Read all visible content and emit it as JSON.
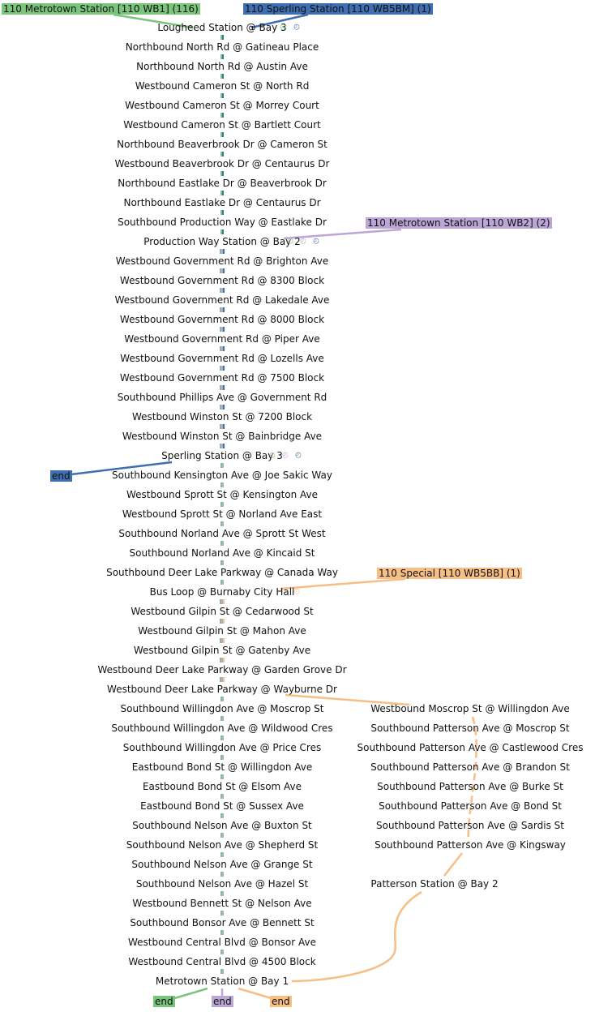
{
  "routes": {
    "green": {
      "label": "110 Metrotown Station [110 WB1] (116)",
      "color": "#7bc47b"
    },
    "blue": {
      "label": "110 Sperling Station [110 WB5BM] (1)",
      "color": "#3f6fb0"
    },
    "purple": {
      "label": "110 Metrotown Station [110 WB2] (2)",
      "color": "#bba6d6"
    },
    "orange": {
      "label": "110 Special [110 WB5BB] (1)",
      "color": "#f6bf85"
    }
  },
  "end_label": "end",
  "timing_icon": "clock-icon",
  "main_stops": [
    "Lougheed Station @ Bay 3",
    "Northbound North Rd @ Gatineau Place",
    "Northbound North Rd @ Austin Ave",
    "Westbound Cameron St @ North Rd",
    "Westbound Cameron St @ Morrey Court",
    "Westbound Cameron St @ Bartlett Court",
    "Northbound Beaverbrook Dr @ Cameron St",
    "Westbound Beaverbrook Dr @ Centaurus Dr",
    "Northbound Eastlake Dr @ Beaverbrook Dr",
    "Northbound Eastlake Dr @ Centaurus Dr",
    "Southbound Production Way @ Eastlake Dr",
    "Production Way Station @ Bay 2",
    "Westbound Government Rd @ Brighton Ave",
    "Westbound Government Rd @ 8300 Block",
    "Westbound Government Rd @ Lakedale Ave",
    "Westbound Government Rd @ 8000 Block",
    "Westbound Government Rd @ Piper Ave",
    "Westbound Government Rd @ Lozells Ave",
    "Westbound Government Rd @ 7500 Block",
    "Southbound Phillips Ave @ Government Rd",
    "Westbound Winston St @ 7200 Block",
    "Westbound Winston St @ Bainbridge Ave",
    "Sperling Station @ Bay 3",
    "Southbound Kensington Ave @ Joe Sakic Way",
    "Westbound Sprott St @ Kensington Ave",
    "Westbound Sprott St @ Norland Ave East",
    "Southbound Norland Ave @ Sprott St West",
    "Southbound Norland Ave @ Kincaid St",
    "Southbound Deer Lake Parkway @ Canada Way",
    "Bus Loop @ Burnaby City Hall",
    "Westbound Gilpin St @ Cedarwood St",
    "Westbound Gilpin St @ Mahon Ave",
    "Westbound Gilpin St @ Gatenby Ave",
    "Westbound Deer Lake Parkway @ Garden Grove Dr",
    "Westbound Deer Lake Parkway @ Wayburne Dr",
    "Southbound Willingdon Ave @ Moscrop St",
    "Southbound Willingdon Ave @ Wildwood Cres",
    "Southbound Willingdon Ave @ Price Cres",
    "Eastbound Bond St @ Willingdon Ave",
    "Eastbound Bond St @ Elsom Ave",
    "Eastbound Bond St @ Sussex Ave",
    "Southbound Nelson Ave @ Buxton St",
    "Southbound Nelson Ave @ Shepherd St",
    "Southbound Nelson Ave @ Grange St",
    "Southbound Nelson Ave @ Hazel St",
    "Westbound Bennett St @ Nelson Ave",
    "Southbound Bonsor Ave @ Bennett St",
    "Westbound Central Blvd @ Bonsor Ave",
    "Westbound Central Blvd @ 4500 Block",
    "Metrotown Station @ Bay 1"
  ],
  "branch_stops": [
    "Westbound Moscrop St @ Willingdon Ave",
    "Southbound Patterson Ave @ Moscrop St",
    "Southbound Patterson Ave @ Castlewood Cres",
    "Southbound Patterson Ave @ Brandon St",
    "Southbound Patterson Ave @ Burke St",
    "Southbound Patterson Ave @ Bond St",
    "Southbound Patterson Ave @ Sardis St",
    "Southbound Patterson Ave @ Kingsway",
    "Patterson Station @ Bay 2"
  ]
}
